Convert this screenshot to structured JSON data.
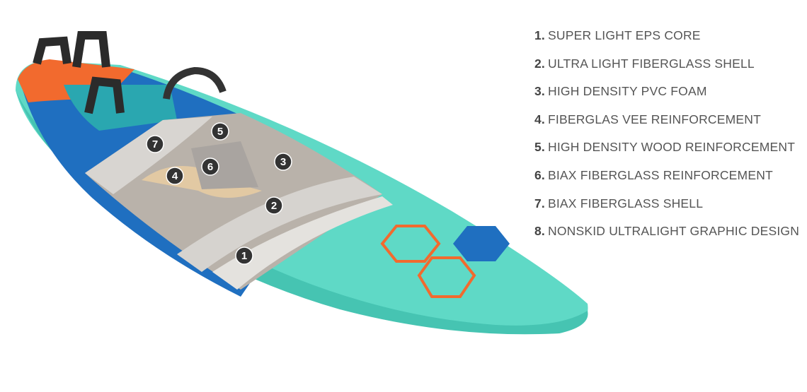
{
  "legend": [
    {
      "num": "1.",
      "label": "SUPER LIGHT EPS CORE"
    },
    {
      "num": "2.",
      "label": "ULTRA LIGHT FIBERGLASS SHELL"
    },
    {
      "num": "3.",
      "label": "HIGH DENSITY PVC FOAM"
    },
    {
      "num": "4.",
      "label": "FIBERGLAS VEE REINFORCEMENT"
    },
    {
      "num": "5.",
      "label": "HIGH DENSITY WOOD REINFORCEMENT"
    },
    {
      "num": "6.",
      "label": "BIAX FIBERGLASS REINFORCEMENT"
    },
    {
      "num": "7.",
      "label": "BIAX FIBERGLASS SHELL"
    },
    {
      "num": "8.",
      "label": "NONSKID ULTRALIGHT GRAPHIC DESIGN"
    }
  ],
  "markers": [
    "1",
    "2",
    "3",
    "4",
    "5",
    "6",
    "7"
  ],
  "colors": {
    "board": "#5fd9c6",
    "deck_blue": "#1f6fc0",
    "orange": "#f26a2e",
    "core": "#b9b2aa",
    "marker": "#333333"
  }
}
